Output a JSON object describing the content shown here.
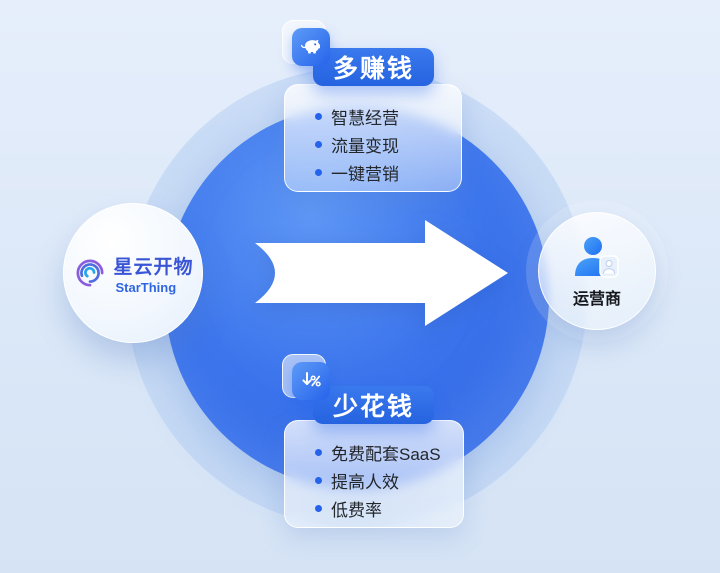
{
  "logo": {
    "title": "星云开物",
    "subtitle": "StarThing"
  },
  "right_node": {
    "label": "运营商"
  },
  "top_card": {
    "title": "多赚钱",
    "items": [
      "智慧经营",
      "流量变现",
      "一键营销"
    ]
  },
  "bottom_card": {
    "title": "少花钱",
    "items": [
      "免费配套SaaS",
      "提高人效",
      "低费率"
    ]
  },
  "icons": {
    "top_card": "piggy-bank-icon",
    "bottom_card": "discount-down-icon",
    "right_node": "operator-person-icon",
    "logo": "starthing-swirl-icon",
    "center": "flow-arrow-icon"
  },
  "colors": {
    "accent": "#2563e0",
    "circle_blue": "#3b74ec",
    "background": "#dbe8f8",
    "bullet": "#2563eb",
    "list_text": "#23262b",
    "logo_title": "#3a56d4",
    "logo_subtitle": "#2f66e0"
  }
}
